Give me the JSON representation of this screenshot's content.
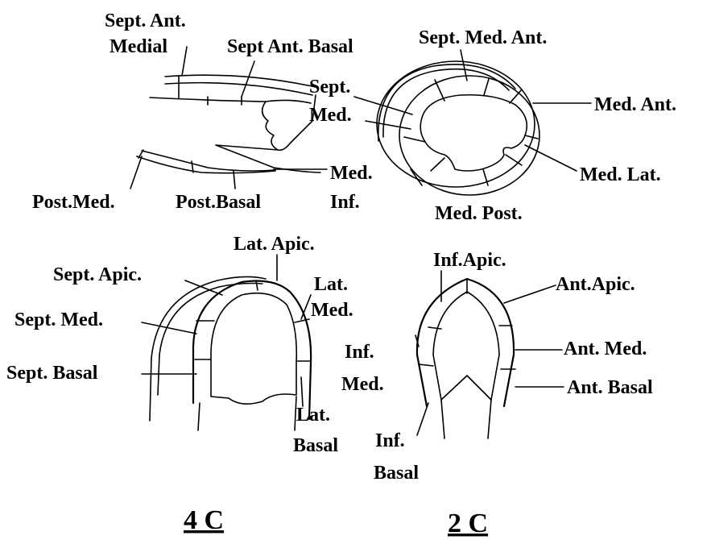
{
  "labels": {
    "sept_ant_medial_1": "Sept. Ant.",
    "sept_ant_medial_2": "Medial",
    "sept_ant_basal": "Sept Ant. Basal",
    "sept_med_ant": "Sept. Med. Ant.",
    "sept_med_1": "Sept.",
    "sept_med_2": "Med.",
    "med_ant": "Med. Ant.",
    "med_lat": "Med. Lat.",
    "med_inf_1": "Med.",
    "med_inf_2": "Inf.",
    "med_post": "Med. Post.",
    "post_med": "Post.Med.",
    "post_basal": "Post.Basal",
    "lat_apic": "Lat. Apic.",
    "sept_apic": "Sept. Apic.",
    "lat_med_1": "Lat.",
    "lat_med_2": "Med.",
    "sept_med_4c": "Sept. Med.",
    "sept_basal": "Sept. Basal",
    "lat_basal_1": "Lat.",
    "lat_basal_2": "Basal",
    "inf_apic": "Inf.Apic.",
    "ant_apic": "Ant.Apic.",
    "inf_med_1": "Inf.",
    "inf_med_2": "Med.",
    "ant_med": "Ant. Med.",
    "ant_basal": "Ant. Basal",
    "inf_basal_1": "Inf.",
    "inf_basal_2": "Basal"
  },
  "views": {
    "four_chamber": "4 C",
    "two_chamber": "2 C"
  }
}
